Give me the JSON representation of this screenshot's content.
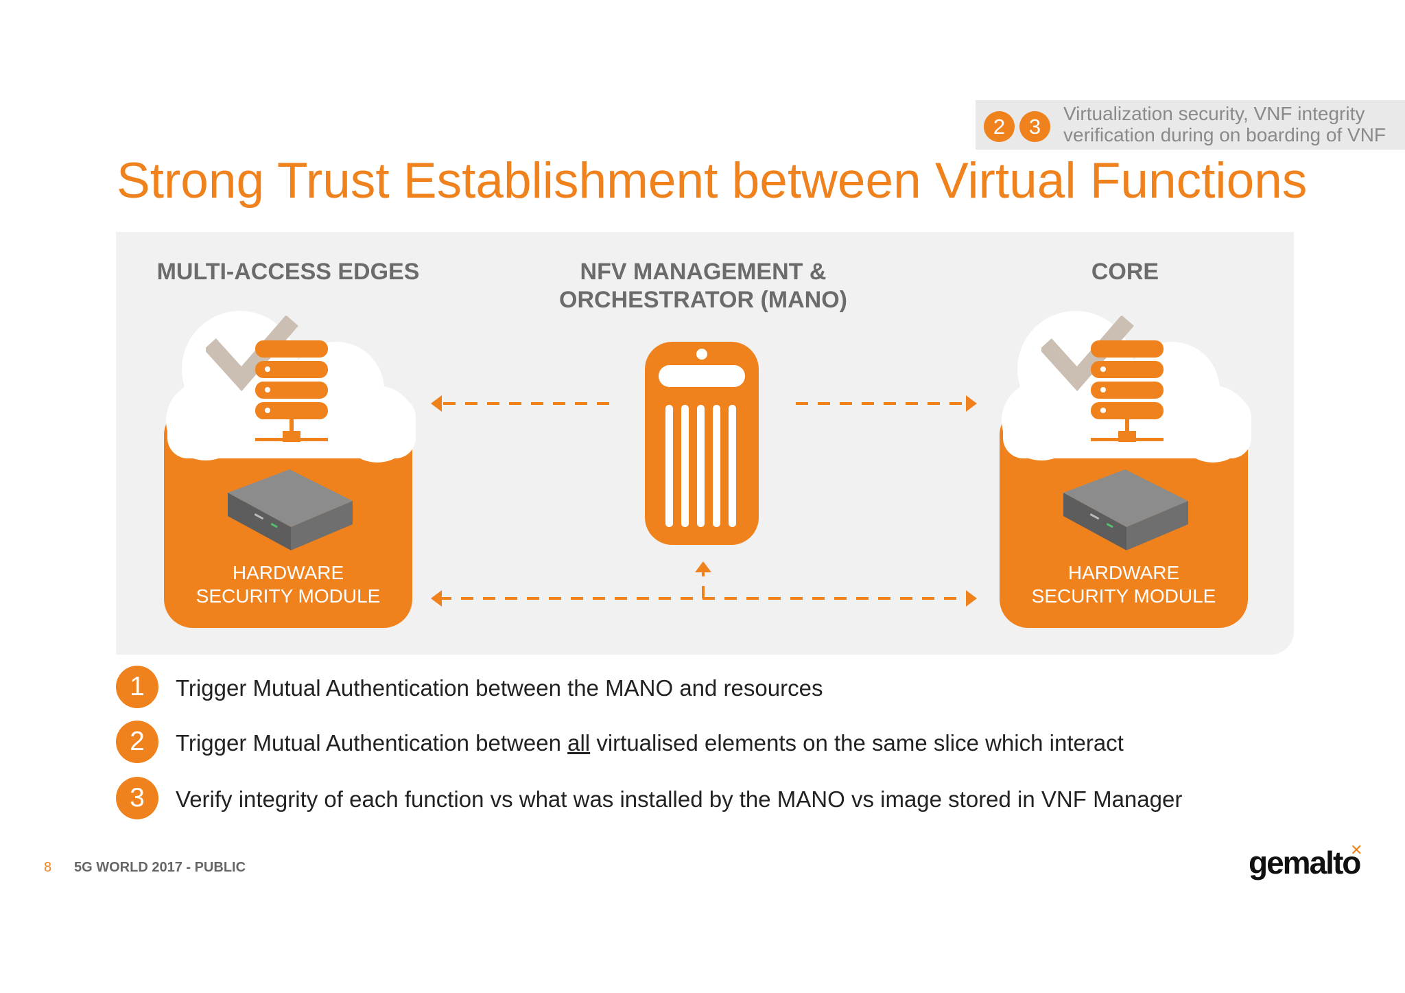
{
  "callout": {
    "badges": [
      "2",
      "3"
    ],
    "text": "Virtualization security, VNF integrity verification during on boarding of VNF"
  },
  "title": "Strong Trust Establishment between Virtual Functions",
  "diagram": {
    "left_heading": "MULTI-ACCESS EDGES",
    "center_heading_line1": "NFV MANAGEMENT &",
    "center_heading_line2": "ORCHESTRATOR (MANO)",
    "right_heading": "CORE",
    "hsm_line1": "HARDWARE",
    "hsm_line2": "SECURITY MODULE"
  },
  "bullets": [
    {
      "num": "1",
      "text": "Trigger Mutual Authentication between the MANO and resources"
    },
    {
      "num": "2",
      "text_before": "Trigger Mutual Authentication between ",
      "text_underlined": "all",
      "text_after": " virtualised elements on the same slice which interact"
    },
    {
      "num": "3",
      "text": "Verify integrity of each function vs what was installed by the MANO vs image stored in VNF Manager"
    }
  ],
  "footer": {
    "page_number": "8",
    "label": "5G WORLD 2017 - PUBLIC",
    "logo": "gemalto"
  },
  "colors": {
    "accent": "#f0821e",
    "panel": "#f1f1f1",
    "heading_gray": "#6b6b6b",
    "check_gray": "#cbbfb4"
  }
}
